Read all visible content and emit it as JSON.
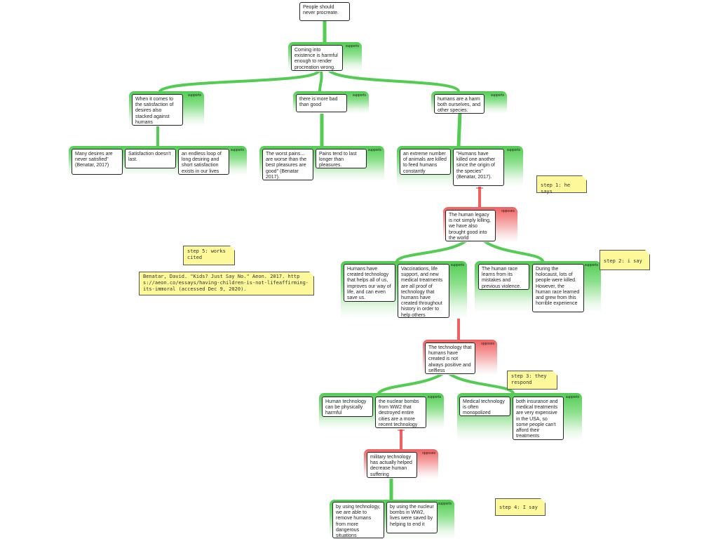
{
  "labels": {
    "supports": "supports",
    "opposes": "opposes"
  },
  "colors": {
    "supports": "#52cc52",
    "opposes": "#f06060",
    "note": "#fdf89a"
  },
  "claim": "People should never procreate.",
  "reason": "Coming into existence is harmful enough to render procreation wrong.",
  "branch_satisfaction": {
    "claim": "When it comes to the satisfaction of desires also stacked against humans",
    "evidence": [
      "Many desires are never satisfied\"(Benatar, 2017)",
      "Satisfaction doesn't last.",
      "an endless loop of long desiring and short satisfaction exists in our lives"
    ]
  },
  "branch_bad": {
    "claim": "there is more bad than good",
    "evidence": [
      "The worst pains... are worse than the best pleasures are good\" (Benatar 2017).",
      "Pains tend to last longer than pleasures."
    ]
  },
  "branch_harm": {
    "claim": "humans are a harm both ourselves, and other species.",
    "evidence": [
      "an extreme number of animals are killed to feed humans constantly",
      "\"Humans have killed one another since the origin of the species\"(Benatar, 2017)."
    ]
  },
  "objection1": {
    "claim": "The human legacy is not simply killing, we have also brought good into the world",
    "left": [
      "Humans have created technology that helps all of us, improves our way of life, and can even save us.",
      "Vaccinations, life support, and new medical treatments are all proof of technology that humans have created throughout history in order to help others"
    ],
    "right": [
      "The human race learns from its mistakes and previous violence.",
      "During the holocaust, lots of people were killed. However, the human race learned and grew from this horrible experience"
    ]
  },
  "objection2": {
    "claim": "The technology that humans have created is not always positive and selfless",
    "left": [
      "Human technology can be physically harmful",
      "the nuclear bombs from WW2 that destroyed entire cities are a more recent technology"
    ],
    "right": [
      "Medical technology is often monopolized",
      "both insurance and medical treatments are very expensive in the USA, so some people can't afford their treatments"
    ]
  },
  "objection3": {
    "claim": "military technology has actually helped decrease human suffering",
    "evidence": [
      "by using technology, we are able to remove humans from more dangerous situations",
      "by using the nucleur bombs in WW2, lives were saved by helping to end it"
    ]
  },
  "notes": {
    "step1": "step 1: he says",
    "step2": "step 2: i say",
    "step3": "step 3: they respond",
    "step4": "step 4: I say",
    "step5": "step 5: works cited",
    "citation": "Benatar, David. \"Kids? Just Say No.\" Aeon. 2017. https://aeon.co/essays/having-children-is-not-lifeaffirming-its-immoral (accessed Dec 9, 2020)."
  }
}
